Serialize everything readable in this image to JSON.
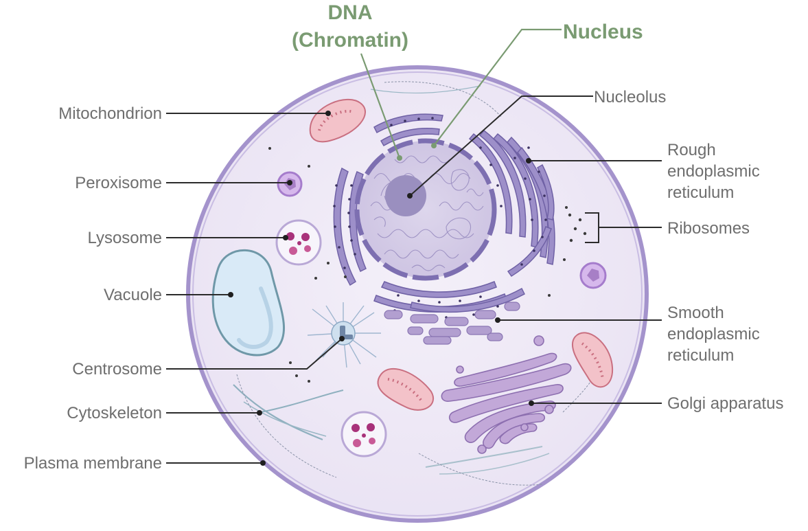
{
  "labels": {
    "dna_line1": "DNA",
    "dna_line2": "(Chromatin)",
    "nucleus": "Nucleus",
    "nucleolus": "Nucleolus",
    "rough_er_line1": "Rough",
    "rough_er_line2": "endoplasmic",
    "rough_er_line3": "reticulum",
    "ribosomes": "Ribosomes",
    "smooth_er_line1": "Smooth",
    "smooth_er_line2": "endoplasmic",
    "smooth_er_line3": "reticulum",
    "golgi": "Golgi apparatus",
    "mitochondrion": "Mitochondrion",
    "peroxisome": "Peroxisome",
    "lysosome": "Lysosome",
    "vacuole": "Vacuole",
    "centrosome": "Centrosome",
    "cytoskeleton": "Cytoskeleton",
    "plasma_membrane": "Plasma membrane"
  },
  "colors": {
    "membrane": "#9c8cc4",
    "cytoplasm": "#efeaf6",
    "nucleus_fill": "#d8d0e8",
    "nucleolus": "#9a8fbf",
    "er": "#8a7cbb",
    "mitochondria": "#e4a6b0",
    "vacuole": "#d9eaf7",
    "golgi": "#b695c9",
    "label_green": "#7a9b72",
    "label_gray": "#6e6e6e"
  }
}
